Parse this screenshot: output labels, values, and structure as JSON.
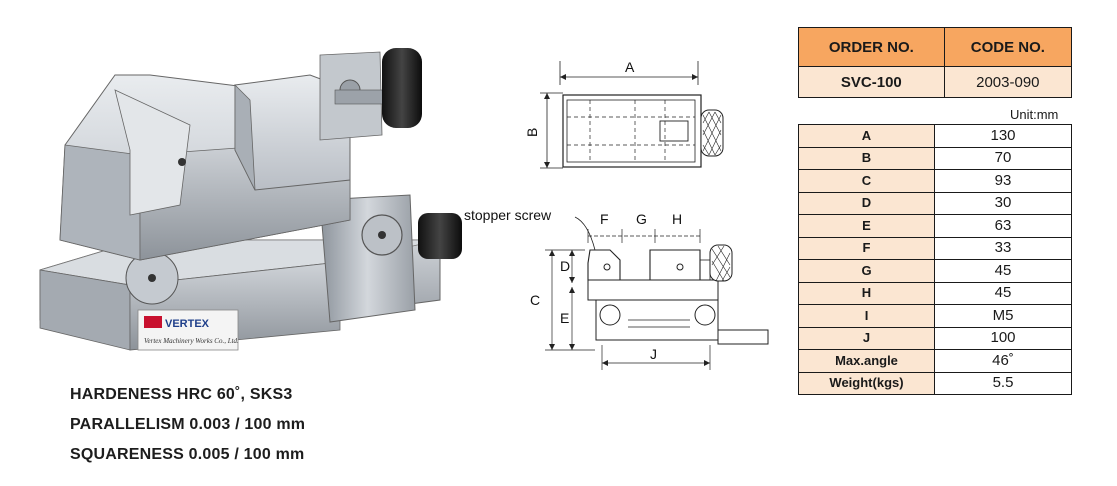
{
  "product": {
    "badge_brand": "VERTEX",
    "badge_company": "Vertex Machinery Works Co., Ltd."
  },
  "specs": [
    "HARDENESS HRC 60˚, SKS3",
    "PARALLELISM 0.003 / 100 mm",
    "SQUARENESS 0.005 / 100 mm"
  ],
  "drawings": {
    "top_labels": {
      "a": "A",
      "b": "B"
    },
    "front_labels": {
      "stopper": "stopper screw",
      "f": "F",
      "g": "G",
      "h": "H",
      "c": "C",
      "d": "D",
      "e": "E",
      "j": "J"
    }
  },
  "order_table": {
    "headers": [
      "ORDER NO.",
      "CODE NO."
    ],
    "row": [
      "SVC-100",
      "2003-090"
    ]
  },
  "unit": "Unit:mm",
  "dimensions": [
    {
      "key": "A",
      "value": "130"
    },
    {
      "key": "B",
      "value": "70"
    },
    {
      "key": "C",
      "value": "93"
    },
    {
      "key": "D",
      "value": "30"
    },
    {
      "key": "E",
      "value": "63"
    },
    {
      "key": "F",
      "value": "33"
    },
    {
      "key": "G",
      "value": "45"
    },
    {
      "key": "H",
      "value": "45"
    },
    {
      "key": "I",
      "value": "M5"
    },
    {
      "key": "J",
      "value": "100"
    },
    {
      "key": "Max.angle",
      "value": "46˚"
    },
    {
      "key": "Weight(kgs)",
      "value": "5.5"
    }
  ],
  "colors": {
    "header_orange": "#f7a660",
    "row_peach": "#fbe6d2",
    "steel_light": "#c9cdd3",
    "steel_dark": "#6f757d"
  }
}
